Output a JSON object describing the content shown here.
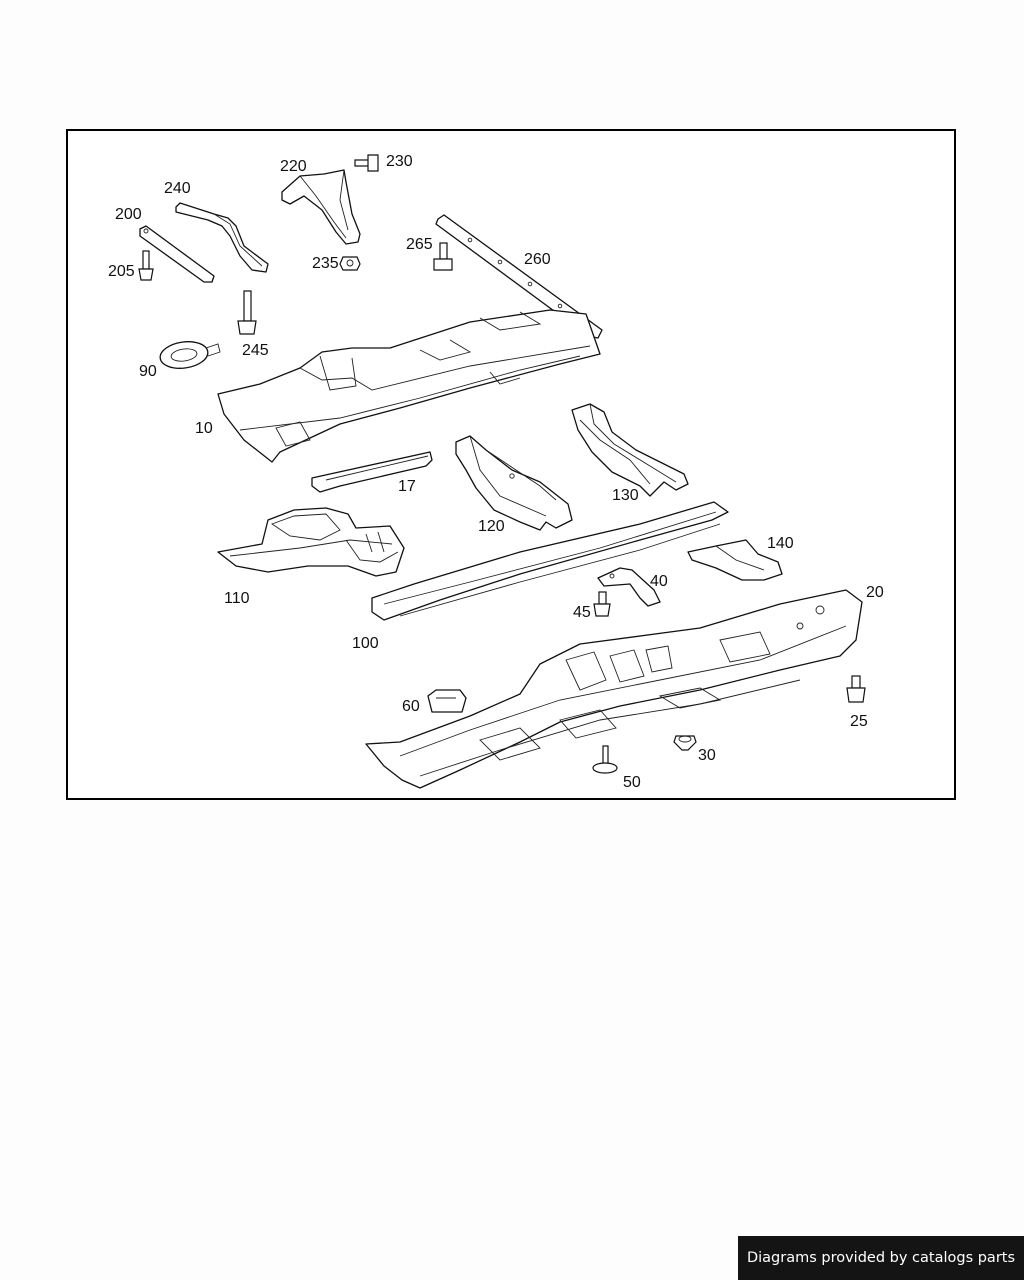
{
  "diagram": {
    "callouts": [
      "220",
      "230",
      "240",
      "200",
      "265",
      "260",
      "205",
      "235",
      "245",
      "90",
      "10",
      "17",
      "130",
      "120",
      "110",
      "140",
      "40",
      "45",
      "20",
      "100",
      "60",
      "25",
      "30",
      "50"
    ]
  },
  "footer": {
    "credit": "Diagrams provided by catalogs parts"
  }
}
